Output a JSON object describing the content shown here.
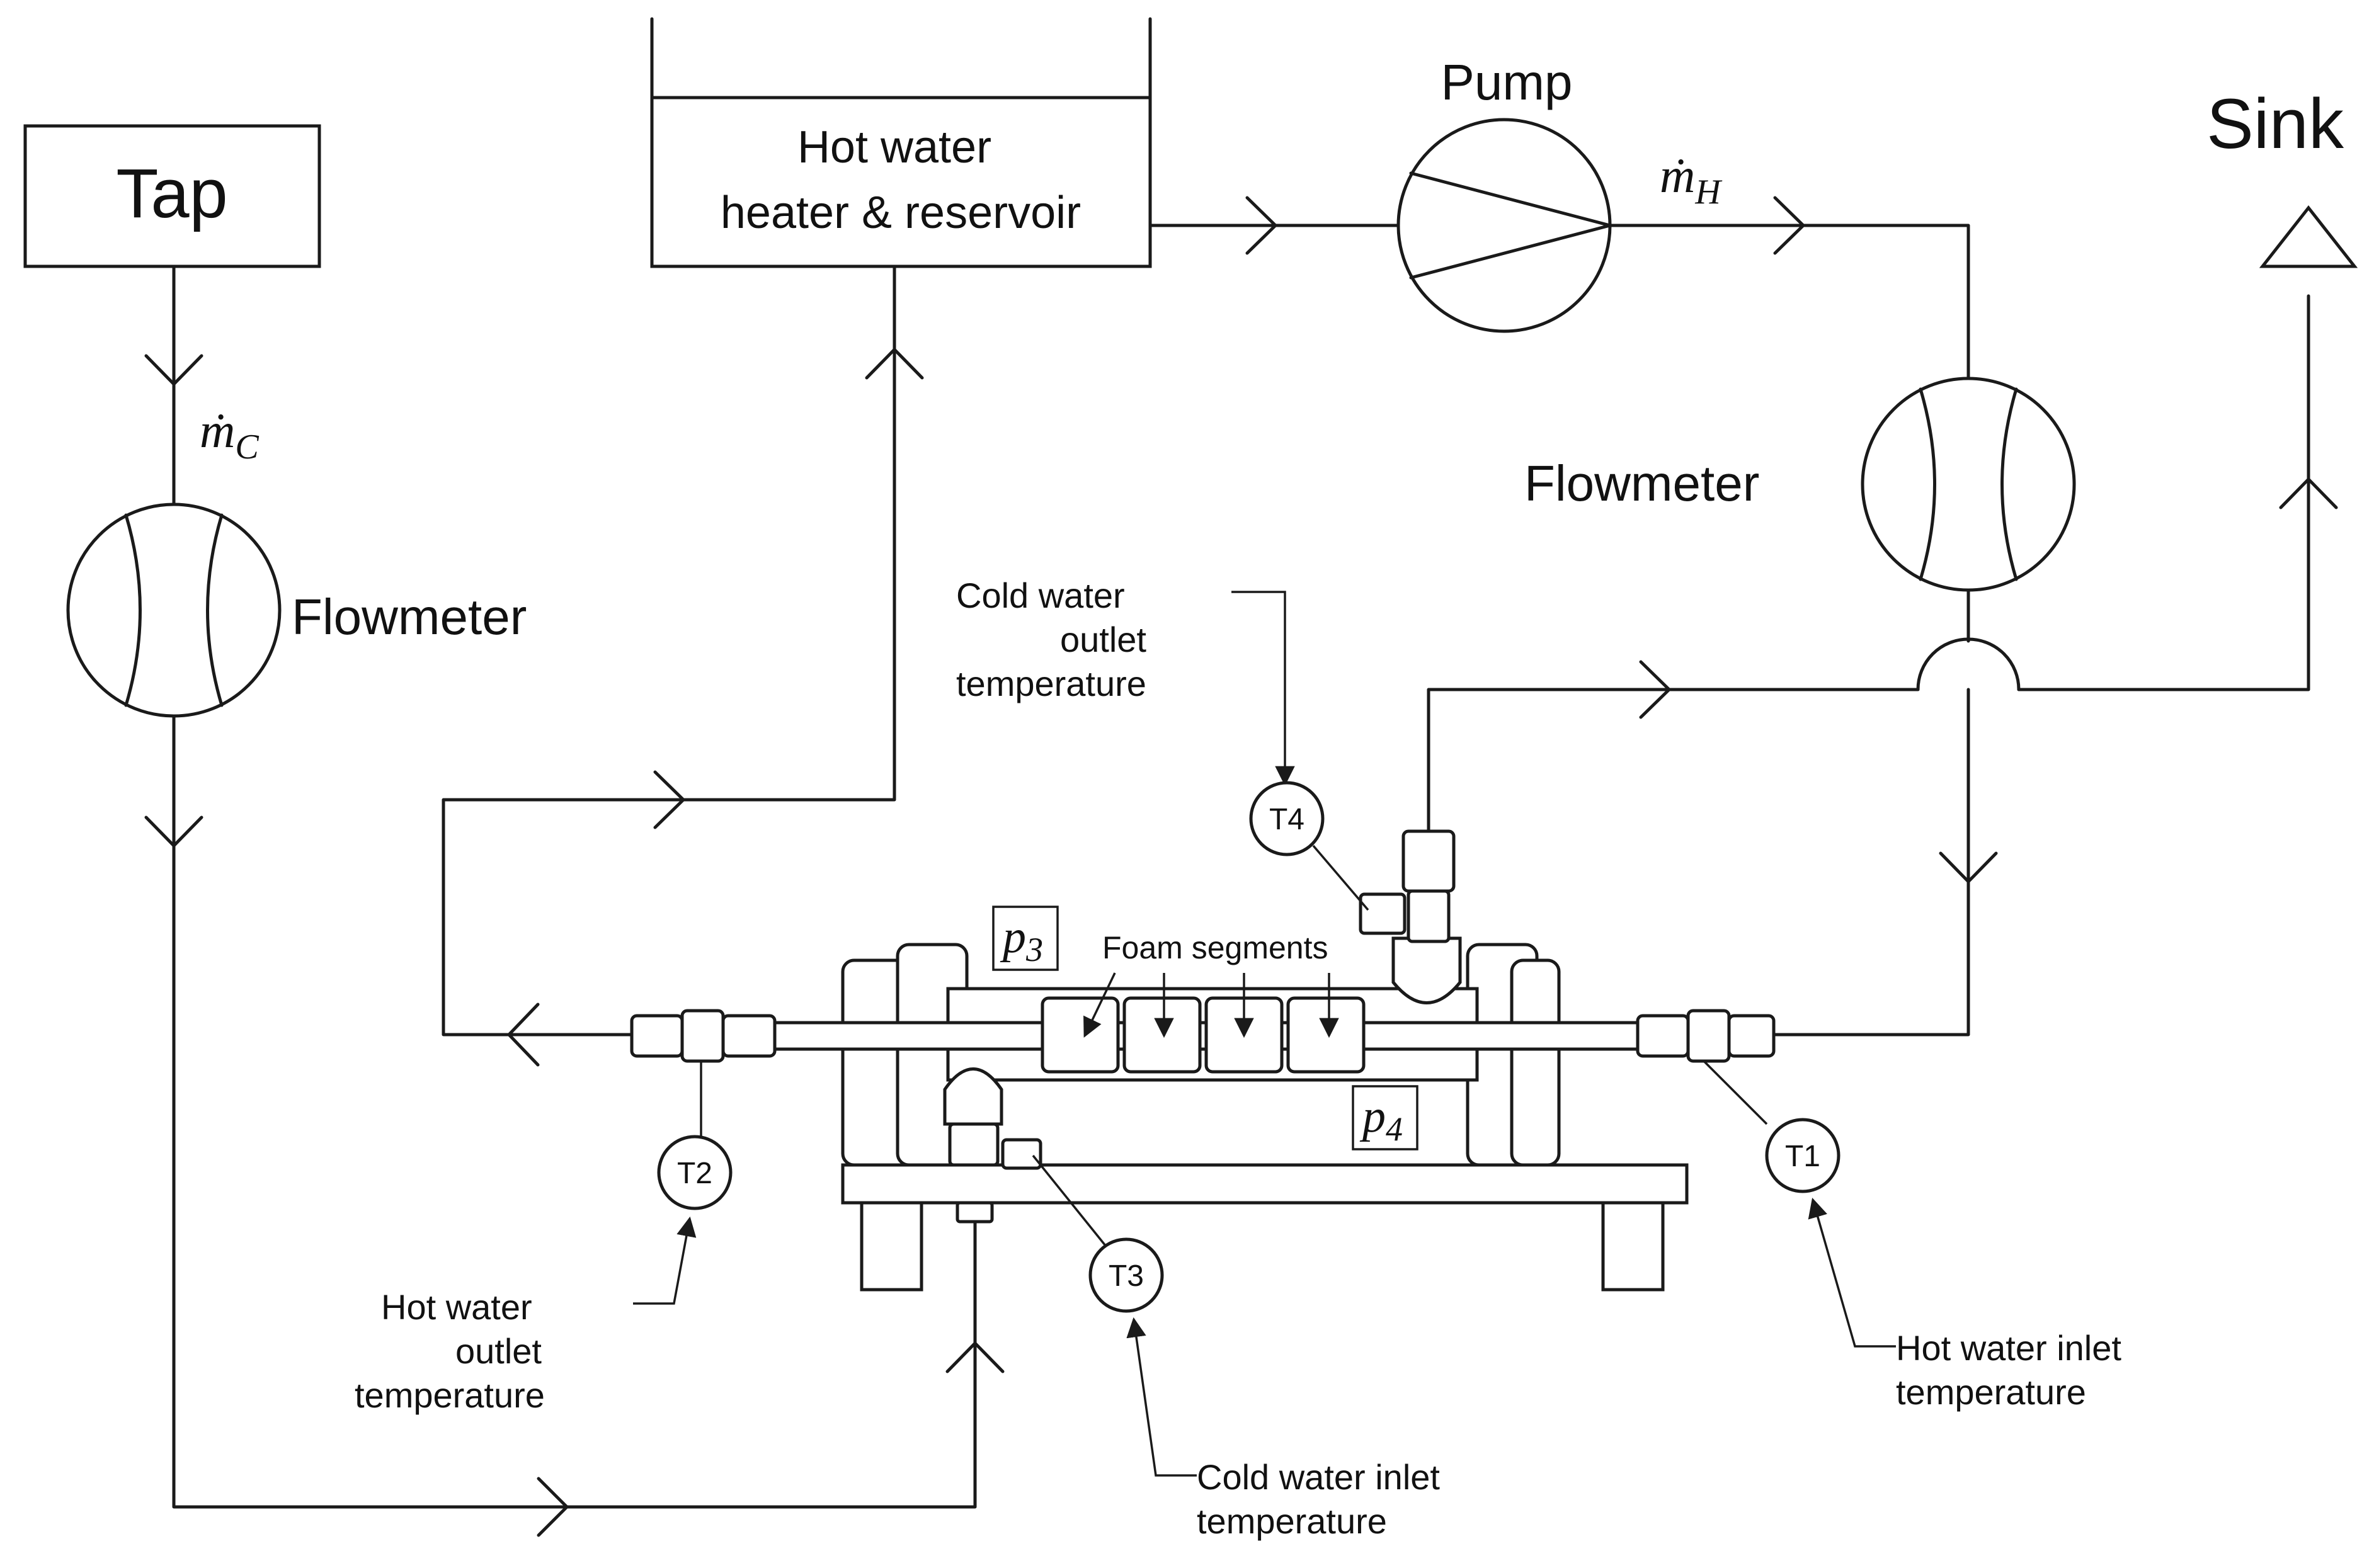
{
  "labels": {
    "tap": "Tap",
    "heater_line1": "Hot water",
    "heater_line2": "heater & reservoir",
    "pump": "Pump",
    "sink": "Sink",
    "flowmeter_cold": "Flowmeter",
    "flowmeter_hot": "Flowmeter",
    "mdot_c": "ṁ",
    "mdot_c_sub": "C",
    "mdot_h": "ṁ",
    "mdot_h_sub": "H",
    "p3": "p",
    "p3_sub": "3",
    "p4": "p",
    "p4_sub": "4",
    "foam_segments": "Foam segments",
    "t1": "T1",
    "t2": "T2",
    "t3": "T3",
    "t4": "T4",
    "t1_desc_line1": "Hot water inlet",
    "t1_desc_line2": "temperature",
    "t2_desc_line1": "Hot water",
    "t2_desc_line2": "outlet",
    "t2_desc_line3": "temperature",
    "t3_desc_line1": "Cold water inlet",
    "t3_desc_line2": "temperature",
    "t4_desc_line1": "Cold water",
    "t4_desc_line2": "outlet",
    "t4_desc_line3": "temperature"
  }
}
